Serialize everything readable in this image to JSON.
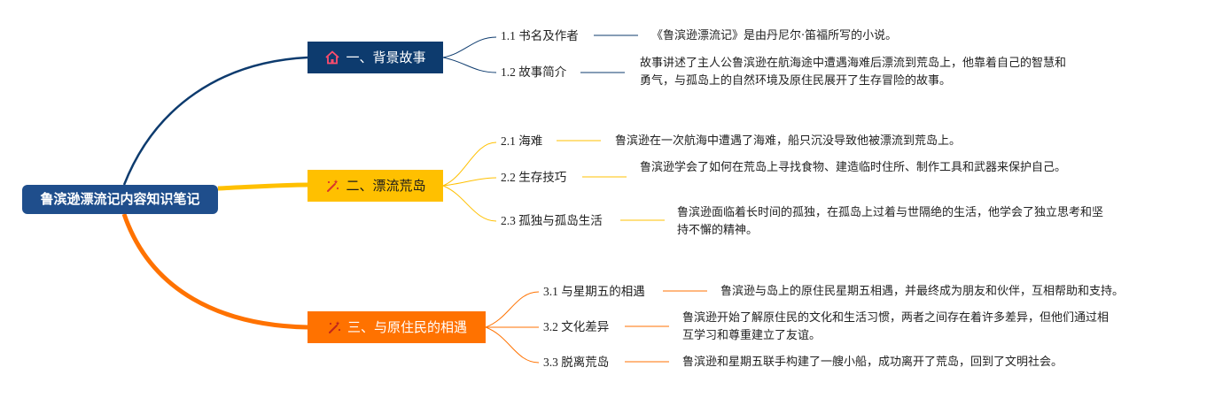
{
  "root": {
    "label": "鲁滨逊漂流记内容知识笔记"
  },
  "branches": [
    {
      "label": "一、背景故事",
      "icon": "home-icon",
      "color": "#0d3b6e",
      "subs": [
        {
          "label": "1.1 书名及作者",
          "desc": "《鲁滨逊漂流记》是由丹尼尔·笛福所写的小说。"
        },
        {
          "label": "1.2 故事简介",
          "desc": "故事讲述了主人公鲁滨逊在航海途中遭遇海难后漂流到荒岛上，他靠着自己的智慧和勇气，与孤岛上的自然环境及原住民展开了生存冒险的故事。"
        }
      ]
    },
    {
      "label": "二、漂流荒岛",
      "icon": "magic-wand-icon",
      "color": "#ffc000",
      "subs": [
        {
          "label": "2.1 海难",
          "desc": "鲁滨逊在一次航海中遭遇了海难，船只沉没导致他被漂流到荒岛上。"
        },
        {
          "label": "2.2 生存技巧",
          "desc": "鲁滨逊学会了如何在荒岛上寻找食物、建造临时住所、制作工具和武器来保护自己。"
        },
        {
          "label": "2.3 孤独与孤岛生活",
          "desc": "鲁滨逊面临着长时间的孤独，在孤岛上过着与世隔绝的生活，他学会了独立思考和坚持不懈的精神。"
        }
      ]
    },
    {
      "label": "三、与原住民的相遇",
      "icon": "magic-wand-icon",
      "color": "#ff7200",
      "subs": [
        {
          "label": "3.1 与星期五的相遇",
          "desc": "鲁滨逊与岛上的原住民星期五相遇，并最终成为朋友和伙伴，互相帮助和支持。"
        },
        {
          "label": "3.2 文化差异",
          "desc": "鲁滨逊开始了解原住民的文化和生活习惯，两者之间存在着许多差异，但他们通过相互学习和尊重建立了友谊。"
        },
        {
          "label": "3.3 脱离荒岛",
          "desc": "鲁滨逊和星期五联手构建了一艘小船，成功离开了荒岛，回到了文明社会。"
        }
      ]
    }
  ]
}
